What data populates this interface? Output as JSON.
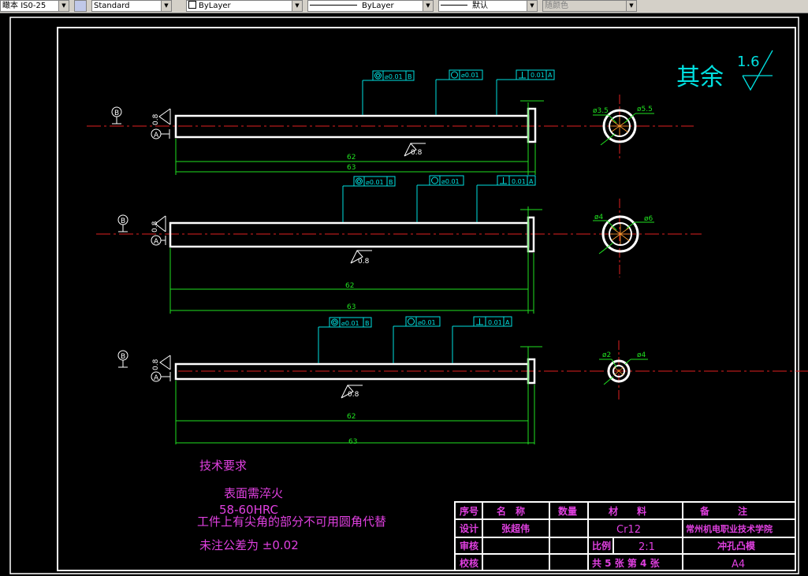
{
  "toolbar": {
    "dimstyle": "IS0-25",
    "dimstyle_prefix": "瞰本",
    "textstyle": "Standard",
    "layer": "ByLayer",
    "linetype": "ByLayer",
    "lineweight": "默认",
    "color": "随颜色"
  },
  "drawing": {
    "roughness_note": "其余",
    "roughness_value": "1.6",
    "parts": [
      {
        "datum_b": "B",
        "datum_a": "A",
        "side_roughness": "0.8",
        "bottom_roughness": "0.8",
        "fcf1_tol": "0.01",
        "fcf1_datum": "B",
        "fcf2_tol": "0.01",
        "fcf3_tol": "0.01",
        "fcf3_datum": "A",
        "dim_inner": "62",
        "dim_outer": "63",
        "dia_small": "ø3.5",
        "dia_large": "ø5.5"
      },
      {
        "datum_b": "B",
        "datum_a": "A",
        "side_roughness": "0.8",
        "bottom_roughness": "0.8",
        "fcf1_tol": "0.01",
        "fcf1_datum": "B",
        "fcf2_tol": "0.01",
        "fcf3_tol": "0.01",
        "fcf3_datum": "A",
        "dim_inner": "62",
        "dim_outer": "63",
        "dia_small": "ø4",
        "dia_large": "ø6"
      },
      {
        "datum_b": "B",
        "datum_a": "A",
        "side_roughness": "0.8",
        "bottom_roughness": "0.8",
        "fcf1_tol": "0.01",
        "fcf1_datum": "B",
        "fcf2_tol": "0.01",
        "fcf3_tol": "0.01",
        "fcf3_datum": "A",
        "dim_inner": "62",
        "dim_outer": "63",
        "dia_small": "ø2",
        "dia_large": "ø4"
      }
    ],
    "tech": {
      "title": "技术要求",
      "line1": "表面需淬火",
      "line2": "58-60HRC",
      "line3": "工件上有尖角的部分不可用圆角代替",
      "line4": "未注公差为 ±0.02"
    },
    "title_block": {
      "h_seq": "序号",
      "h_name": "名　称",
      "h_qty": "数量",
      "h_material": "材　　料",
      "h_remark": "备　　　注",
      "lbl_design": "设计",
      "designer": "张超伟",
      "material": "Cr12",
      "school": "常州机电职业技术学院",
      "lbl_review": "审核",
      "lbl_scale": "比例",
      "scale": "2:1",
      "part_name": "冲孔凸模",
      "lbl_check": "校核",
      "sheets": "共 5 张 第 4 张",
      "paper": "A4"
    }
  }
}
